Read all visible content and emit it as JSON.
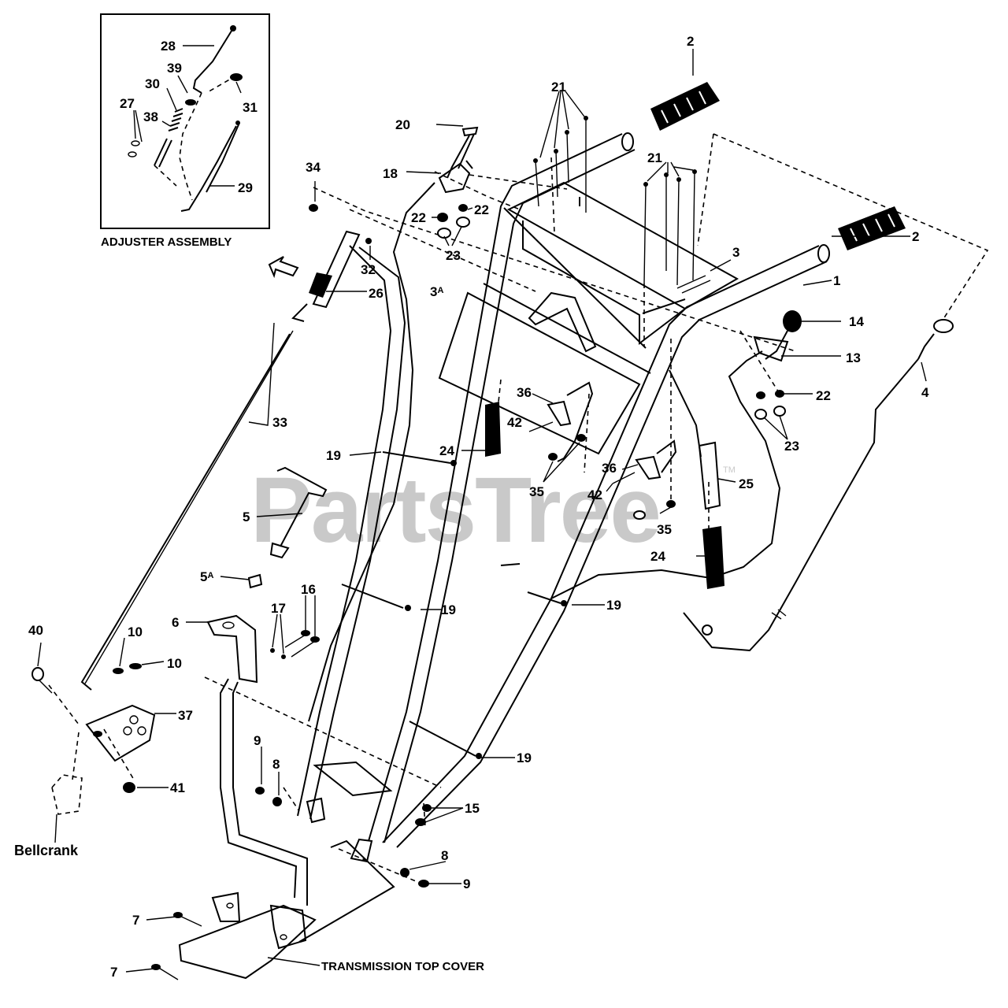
{
  "watermark": {
    "text": "PartsTree",
    "tm": "TM"
  },
  "inset": {
    "title": "ADJUSTER ASSEMBLY"
  },
  "captions": {
    "bellcrank": "Bellcrank",
    "transmission_cover": "TRANSMISSION TOP COVER"
  },
  "callouts": {
    "c1": "1",
    "c2a": "2",
    "c2b": "2",
    "c3": "3",
    "c3a": "3",
    "c3a_sup": "A",
    "c4": "4",
    "c5": "5",
    "c5a": "5",
    "c5a_sup": "A",
    "c6": "6",
    "c7a": "7",
    "c7b": "7",
    "c8a": "8",
    "c8b": "8",
    "c9a": "9",
    "c9b": "9",
    "c10a": "10",
    "c10b": "10",
    "c13": "13",
    "c14": "14",
    "c15": "15",
    "c16": "16",
    "c17": "17",
    "c18": "18",
    "c19a": "19",
    "c19b": "19",
    "c19c": "19",
    "c19d": "19",
    "c20": "20",
    "c21a": "21",
    "c21b": "21",
    "c22a": "22",
    "c22b": "22",
    "c22c": "22",
    "c23a": "23",
    "c23b": "23",
    "c24a": "24",
    "c24b": "24",
    "c25": "25",
    "c26": "26",
    "c27": "27",
    "c28": "28",
    "c29": "29",
    "c30": "30",
    "c31": "31",
    "c32": "32",
    "c33": "33",
    "c34": "34",
    "c35a": "35",
    "c35b": "35",
    "c36a": "36",
    "c36b": "36",
    "c37": "37",
    "c38": "38",
    "c39": "39",
    "c40": "40",
    "c41": "41",
    "c42a": "42",
    "c42b": "42"
  }
}
